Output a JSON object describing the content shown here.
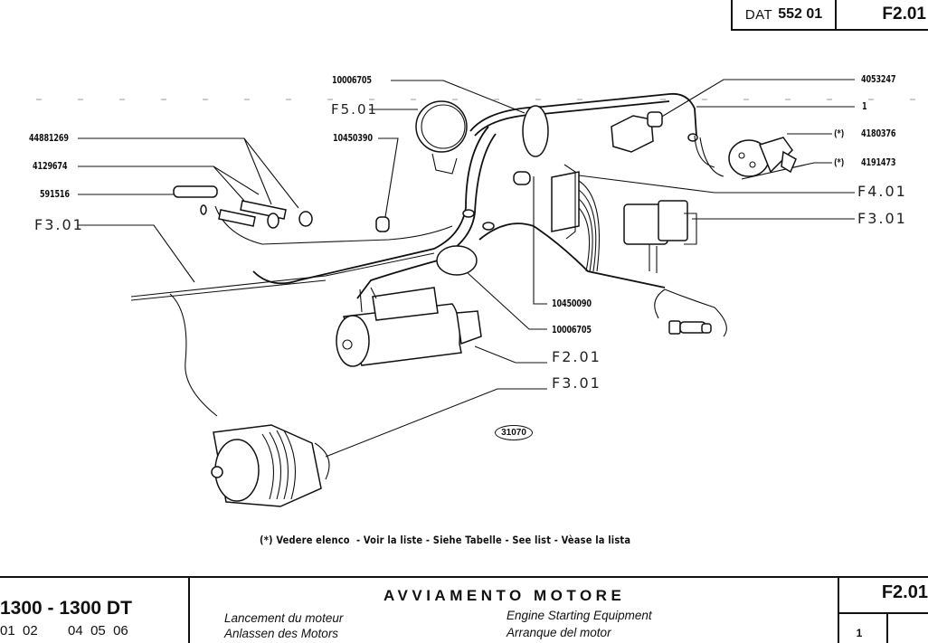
{
  "header": {
    "dat_prefix": "DAT",
    "dat_number": "552 01",
    "section_code": "F2.01"
  },
  "callouts": {
    "left": [
      {
        "id": "c-44881269",
        "label": "44881269"
      },
      {
        "id": "c-4129674",
        "label": "4129674"
      },
      {
        "id": "c-591516",
        "label": "591516"
      }
    ],
    "top_center": [
      {
        "id": "c-10006705-top",
        "label": "10006705"
      },
      {
        "id": "c-10450390",
        "label": "10450390"
      }
    ],
    "right": [
      {
        "id": "c-4053247",
        "label": "4053247"
      },
      {
        "id": "c-1",
        "label": "1"
      },
      {
        "id": "c-4180376",
        "label": "4180376",
        "marker": "(*)"
      },
      {
        "id": "c-4191473",
        "label": "4191473",
        "marker": "(*)"
      }
    ],
    "center_bottom": [
      {
        "id": "c-10450090",
        "label": "10450090"
      },
      {
        "id": "c-10006705-bottom",
        "label": "10006705"
      }
    ]
  },
  "references": {
    "f3_left": "F3.01",
    "f5": "F5.01",
    "f4_right": "F4.01",
    "f3_right": "F3.01",
    "f2_center": "F2.01",
    "f3_center": "F3.01"
  },
  "figure_number": "31070",
  "footnote": "(*) Vedere elenco  - Voir la liste - Siehe Tabelle - See list - Vèase la lista",
  "title_block": {
    "model": "1300 - 1300 DT",
    "variants": "01  02        04  05  06",
    "title_it": "AVVIAMENTO MOTORE",
    "title_fr": "Lancement du moteur",
    "title_de": "Anlassen des Motors",
    "title_en": "Engine Starting Equipment",
    "title_es": "Arranque del motor",
    "section_code": "F2.01",
    "sheet": "1"
  }
}
